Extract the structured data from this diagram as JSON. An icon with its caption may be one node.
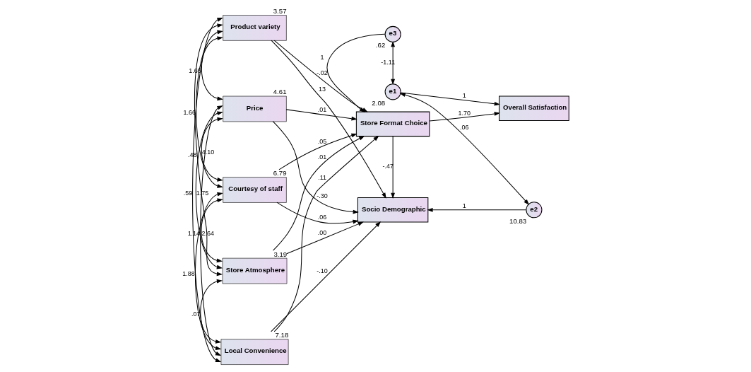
{
  "diagram": {
    "nodes": [
      {
        "text": [
          "Product variety"
        ],
        "beside": [
          "3.57"
        ]
      },
      {
        "text": [
          "Price"
        ],
        "beside": [
          "4.61"
        ]
      },
      {
        "text": [
          "Courtesy of staff"
        ],
        "beside": [
          "6.79"
        ]
      },
      {
        "text": [
          "Store Atmosphere"
        ],
        "beside": [
          "3.19"
        ]
      },
      {
        "text": [
          "Local Convenience"
        ],
        "beside": [
          "7.18"
        ]
      },
      {
        "text": [
          "e3"
        ],
        "beside": [
          ".62"
        ]
      },
      {
        "text": [
          "Store Format Choice"
        ]
      },
      {
        "text": [
          "Overall Satisfaction"
        ]
      },
      {
        "text": [
          "e1"
        ],
        "beside": [
          "2.08"
        ]
      },
      {
        "text": [
          "Socio Demographic"
        ]
      },
      {
        "text": [
          "e2"
        ],
        "beside": [
          "10.83"
        ]
      }
    ],
    "edges": [
      {
        "from": 0,
        "to": 6,
        "arrow": "to",
        "label": "-.02"
      },
      {
        "from": 0,
        "to": 9,
        "arrow": "to",
        "label": "13"
      },
      {
        "from": 1,
        "to": 6,
        "arrow": "to",
        "label": ".01"
      },
      {
        "from": 1,
        "to": 9,
        "arrow": "to",
        "label": "-.30"
      },
      {
        "from": 2,
        "to": 6,
        "arrow": "to",
        "label": ".05"
      },
      {
        "from": 2,
        "to": 9,
        "arrow": "to",
        "label": ".06"
      },
      {
        "from": 3,
        "to": 6,
        "arrow": "to",
        "label": ".01"
      },
      {
        "from": 3,
        "to": 9,
        "arrow": "to",
        "label": ".00"
      },
      {
        "from": 4,
        "to": 6,
        "arrow": "to",
        "label": ".11"
      },
      {
        "from": 4,
        "to": 9,
        "arrow": "to",
        "label": "-.10"
      },
      {
        "from": 5,
        "to": 6,
        "arrow": "to",
        "label": "1"
      },
      {
        "from": 6,
        "to": 7,
        "arrow": "to",
        "label": "1.70"
      },
      {
        "from": 8,
        "to": 7,
        "arrow": "to",
        "label": "1"
      },
      {
        "from": 6,
        "to": 9,
        "arrow": "to",
        "label": "-.47"
      },
      {
        "from": 10,
        "to": 9,
        "arrow": "to",
        "label": "1"
      },
      {
        "from": 5,
        "to": 8,
        "arrow": "both",
        "label": "-1.11"
      },
      {
        "from": 8,
        "to": 10,
        "arrow": "both",
        "label": ".06"
      },
      {
        "from": 0,
        "to": 1,
        "arrow": "both",
        "label": "1.65"
      },
      {
        "from": 0,
        "to": 2,
        "arrow": "both",
        "label": "1.66"
      },
      {
        "from": 0,
        "to": 3,
        "arrow": "both",
        "label": ".48"
      },
      {
        "from": 0,
        "to": 4,
        "arrow": "both",
        "label": ".59"
      },
      {
        "from": 1,
        "to": 2,
        "arrow": "both",
        "label": "4.10"
      },
      {
        "from": 1,
        "to": 3,
        "arrow": "both",
        "label": "1.75"
      },
      {
        "from": 1,
        "to": 4,
        "arrow": "both",
        "label": "1.14"
      },
      {
        "from": 2,
        "to": 3,
        "arrow": "both",
        "label": "2.64"
      },
      {
        "from": 2,
        "to": 4,
        "arrow": "both",
        "label": "1.88"
      },
      {
        "from": 3,
        "to": 4,
        "arrow": "both",
        "label": ".07"
      }
    ]
  }
}
